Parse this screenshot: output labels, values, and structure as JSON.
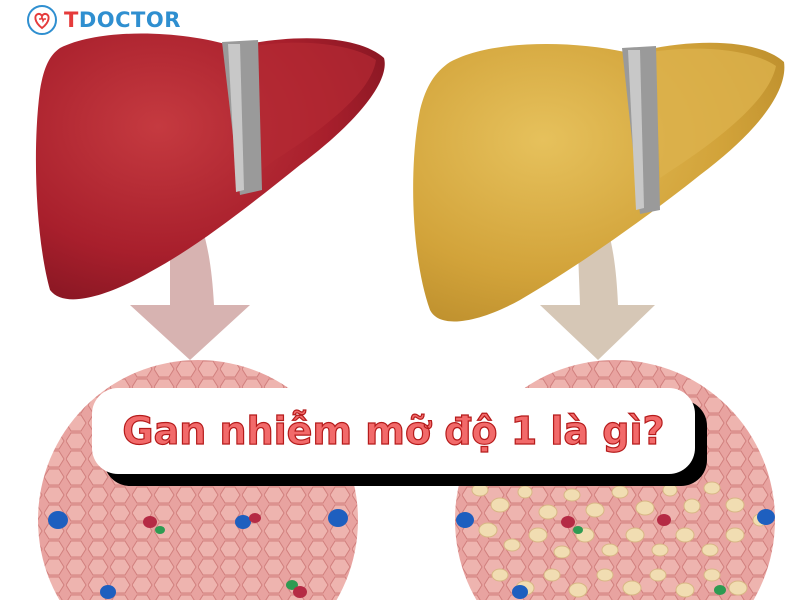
{
  "brand": {
    "logo_letter": "T",
    "logo_word": "DOCTOR",
    "icon": "heart-stethoscope-icon"
  },
  "title": "Gan nhiễm mỡ độ 1 là gì?",
  "colors": {
    "healthy_liver": "#b01e2a",
    "fatty_liver": "#d8aa3a",
    "tissue": "#e59c9a",
    "fat_cell": "#f1ddb2",
    "title_red": "#f26a6a",
    "brand_blue": "#2f8fd0"
  }
}
